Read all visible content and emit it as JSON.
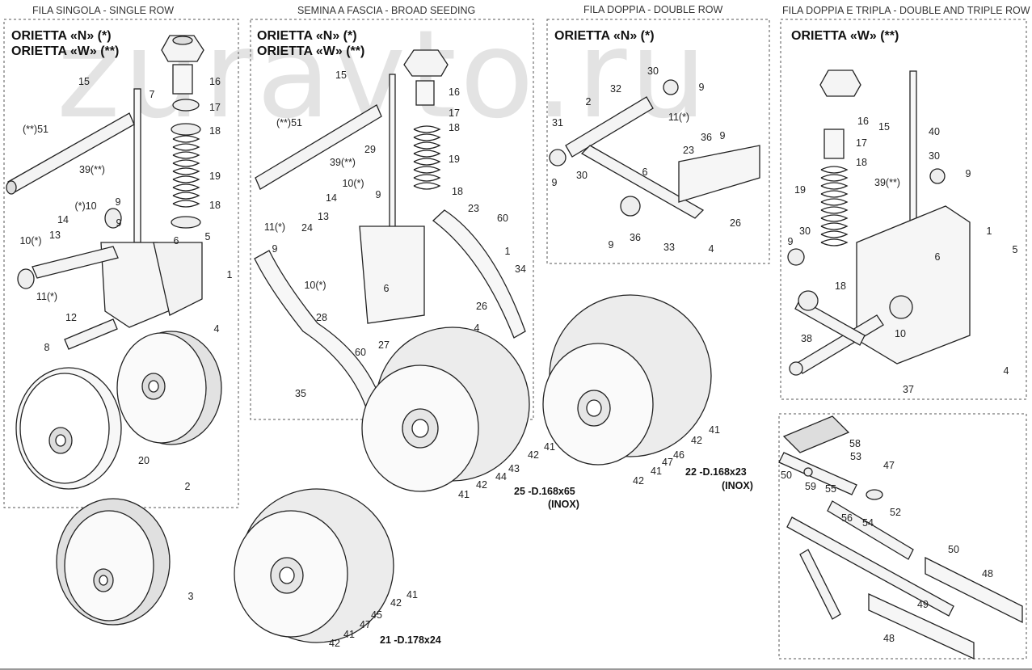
{
  "watermark": "zuravto.ru",
  "panels": [
    {
      "id": "single",
      "title": "FILA SINGOLA - SINGLE ROW",
      "models": [
        "ORIETTA «N» (*)",
        "ORIETTA «W» (**)"
      ]
    },
    {
      "id": "broad",
      "title": "SEMINA A FASCIA - BROAD SEEDING",
      "models": [
        "ORIETTA «N» (*)",
        "ORIETTA «W» (**)"
      ]
    },
    {
      "id": "double",
      "title": "FILA DOPPIA - DOUBLE ROW",
      "models": [
        "ORIETTA «N» (*)"
      ]
    },
    {
      "id": "triple",
      "title": "FILA DOPPIA E TRIPLA - DOUBLE AND TRIPLE ROW",
      "models": [
        "ORIETTA «W» (**)"
      ]
    }
  ],
  "roller_captions": [
    {
      "id": "r25",
      "code": "25 -",
      "text": "D.168x65",
      "sub": "(INOX)"
    },
    {
      "id": "r22",
      "code": "22 -",
      "text": "D.168x23",
      "sub": "(INOX)"
    },
    {
      "id": "r21",
      "code": "21 -",
      "text": "D.178x24",
      "sub": ""
    }
  ],
  "part_labels": {
    "single": [
      "15",
      "7",
      "16",
      "17",
      "18",
      "19",
      "18",
      "(**)51",
      "39(**)",
      "(*)10",
      "9",
      "14",
      "13",
      "10(*)",
      "9",
      "11(*)",
      "12",
      "6",
      "5",
      "1",
      "4",
      "8",
      "20",
      "2",
      "3"
    ],
    "broad": [
      "15",
      "16",
      "17",
      "18",
      "19",
      "(**)51",
      "39(**)",
      "29",
      "18",
      "23",
      "60",
      "1",
      "34",
      "14",
      "13",
      "10(*)",
      "9",
      "24",
      "11(*)",
      "9",
      "10(*)",
      "6",
      "26",
      "4",
      "28",
      "60",
      "27",
      "35",
      "41",
      "42",
      "43",
      "44",
      "42",
      "41"
    ],
    "double": [
      "30",
      "9",
      "32",
      "2",
      "11(*)",
      "31",
      "23",
      "36",
      "9",
      "6",
      "9",
      "30",
      "9",
      "36",
      "33",
      "26",
      "4",
      "41",
      "42",
      "46",
      "47",
      "41",
      "42"
    ],
    "triple": [
      "16",
      "15",
      "40",
      "17",
      "18",
      "30",
      "9",
      "39(**)",
      "19",
      "30",
      "9",
      "1",
      "6",
      "5",
      "18",
      "10",
      "38",
      "4",
      "37"
    ],
    "hitch": [
      "58",
      "53",
      "47",
      "50",
      "59",
      "55",
      "56",
      "54",
      "52",
      "50",
      "48",
      "49",
      "48"
    ],
    "roller21": [
      "41",
      "42",
      "45",
      "47",
      "41",
      "42"
    ]
  }
}
